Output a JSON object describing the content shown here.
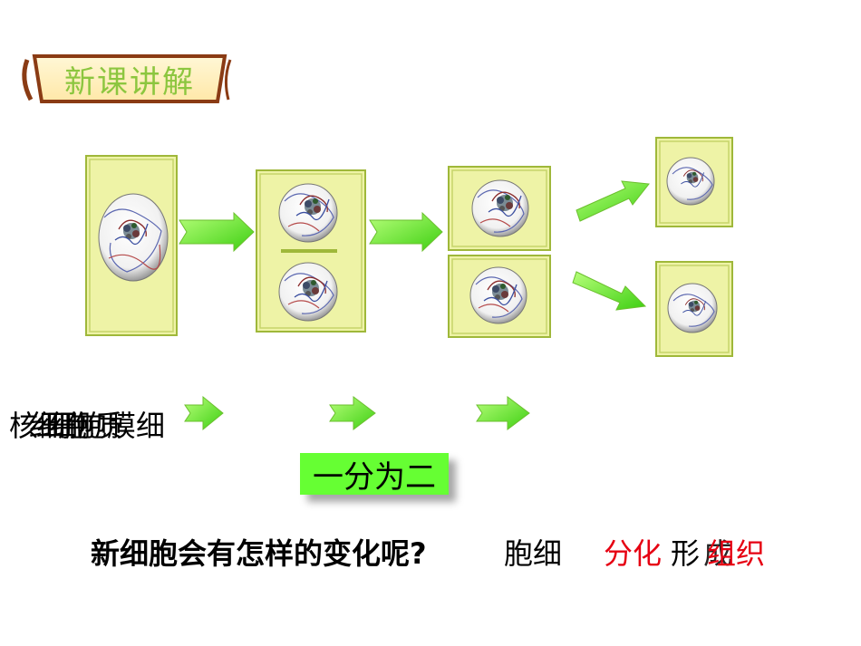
{
  "banner": {
    "title": "新课讲解"
  },
  "overlap_labels": [
    "核",
    "细胞",
    "细胞质",
    "细胞膜细"
  ],
  "split_box": {
    "label": "一分为二"
  },
  "question": {
    "text": "新细胞会有怎样的变化呢?"
  },
  "bottom_words": {
    "cell": "胞细",
    "differentiation": "分化",
    "form": "形",
    "tissue": "组织",
    "tissue_overlap": "成"
  },
  "colors": {
    "cell_fill": "#eef3a6",
    "cell_border": "#9fb83a",
    "arrow_green": "#66ff33",
    "banner_text": "#8cc63f",
    "accent_red": "#e60012"
  }
}
